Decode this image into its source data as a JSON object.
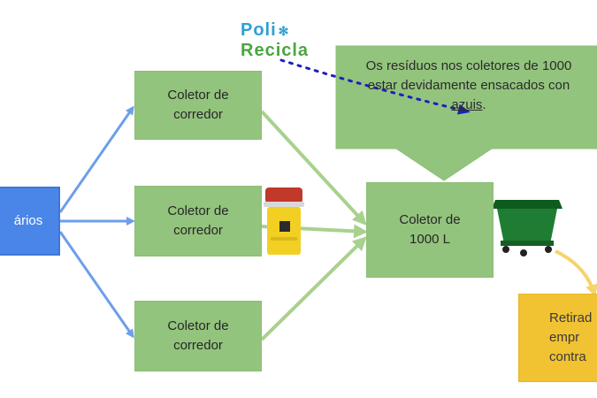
{
  "nodes": {
    "source": {
      "label": "ários"
    },
    "collector_top": {
      "label": "Coletor de\ncorredor"
    },
    "collector_middle": {
      "label": "Coletor de\ncorredor"
    },
    "collector_bottom": {
      "label": "Coletor de\ncorredor"
    },
    "main_collector": {
      "label": "Coletor de\n1000 L"
    },
    "pickup": {
      "label": "Retirad\nempr\ncontra"
    }
  },
  "callout": {
    "line1": "Os resíduos nos coletores de 1000",
    "line2": "estar devidamente ensacados con",
    "line3_link": "azuis",
    "line3_end": "."
  },
  "logo": {
    "line1": "Poli",
    "line2": "Recicla",
    "icon": "snowflake-icon"
  },
  "colors": {
    "node_green": "#93c47d",
    "node_blue": "#4a86e8",
    "node_yellow": "#f1c232",
    "arrow_blue": "#6d9eeb",
    "arrow_green": "#a9d18e",
    "arrow_yellow": "#f6d36b",
    "dotted_arrow": "#1f1fbf"
  },
  "icons": [
    "yellow-bin-icon",
    "green-container-icon"
  ]
}
